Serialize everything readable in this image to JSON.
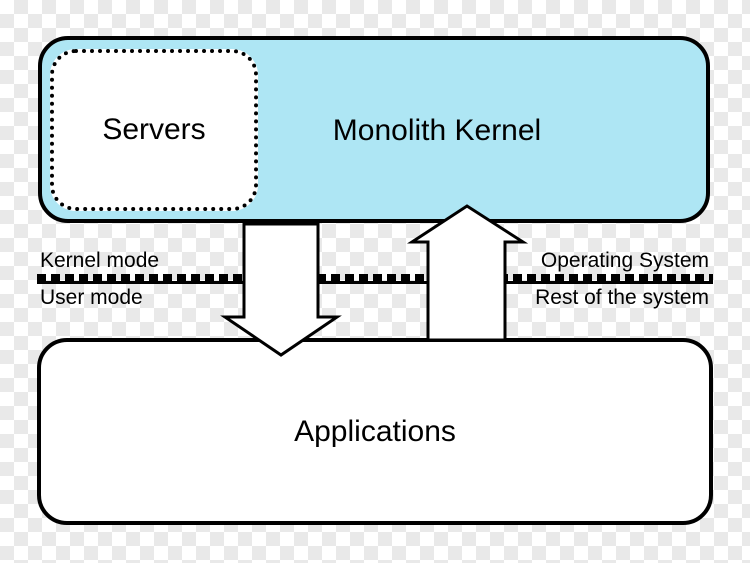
{
  "diagram": {
    "kernel": {
      "label": "Monolith Kernel"
    },
    "servers": {
      "label": "Servers"
    },
    "applications": {
      "label": "Applications"
    },
    "boundary": {
      "kernel_mode": "Kernel mode",
      "user_mode": "User mode",
      "operating_system": "Operating System",
      "rest_of_system": "Rest of the system"
    },
    "icons": {
      "down_arrow": "downward-block-arrow",
      "up_arrow": "upward-block-arrow"
    },
    "colors": {
      "kernel_fill": "#aee6f4",
      "line": "#000000",
      "checker": "#e9e9e9"
    }
  }
}
